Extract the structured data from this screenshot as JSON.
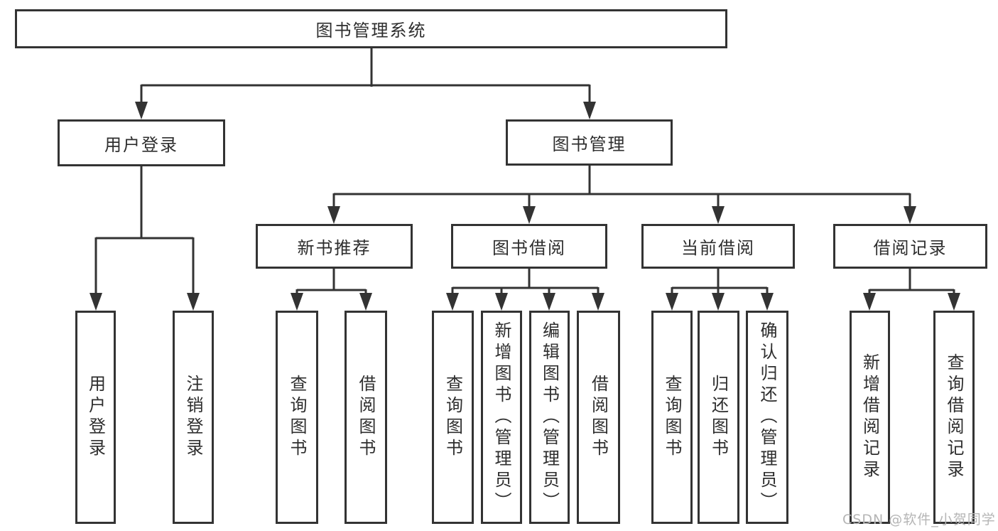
{
  "colors": {
    "line": "#333333",
    "box_border": "#333333",
    "text": "#2e2e2e",
    "background": "#ffffff",
    "watermark": "#b5b5b5"
  },
  "watermark": {
    "text": "CSDN @软件_小贺同学"
  },
  "diagram": {
    "root": {
      "label": "图书管理系统"
    },
    "branches": [
      {
        "label": "用户登录",
        "leaves": [
          {
            "label": "用户登录"
          },
          {
            "label": "注销登录"
          }
        ]
      },
      {
        "label": "图书管理",
        "groups": [
          {
            "label": "新书推荐",
            "leaves": [
              {
                "label": "查询图书"
              },
              {
                "label": "借阅图书"
              }
            ]
          },
          {
            "label": "图书借阅",
            "leaves": [
              {
                "label": "查询图书"
              },
              {
                "label": "新增图书（管理员）"
              },
              {
                "label": "编辑图书（管理员）"
              },
              {
                "label": "借阅图书"
              }
            ]
          },
          {
            "label": "当前借阅",
            "leaves": [
              {
                "label": "查询图书"
              },
              {
                "label": "归还图书"
              },
              {
                "label": "确认归还（管理员）"
              }
            ]
          },
          {
            "label": "借阅记录",
            "leaves": [
              {
                "label": "新增借阅记录"
              },
              {
                "label": "查询借阅记录"
              }
            ]
          }
        ]
      }
    ]
  }
}
